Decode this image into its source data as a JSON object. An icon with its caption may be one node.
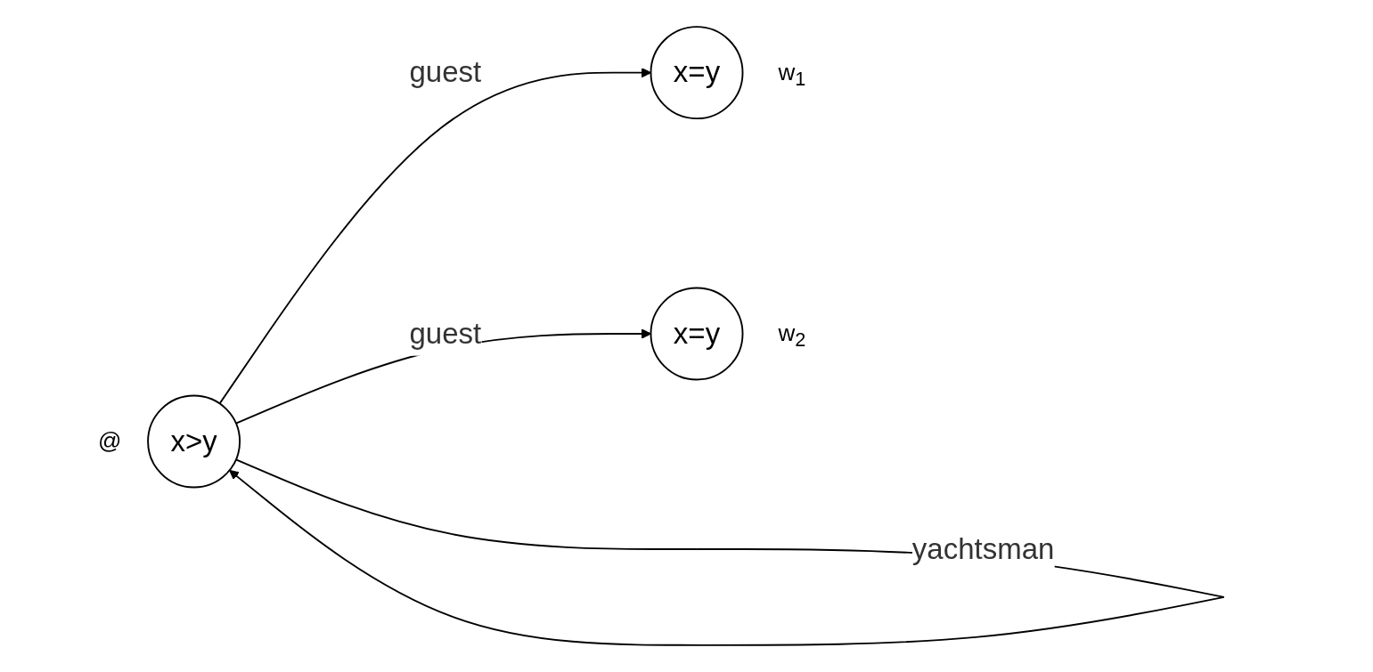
{
  "diagram": {
    "nodes": [
      {
        "text": [
          "x>y"
        ],
        "beside": [
          "@"
        ]
      },
      {
        "text": [
          "x=y"
        ],
        "beside": [
          "w$_{1}$"
        ]
      },
      {
        "text": [
          "x=y"
        ],
        "beside": [
          "w$_{2}$"
        ]
      }
    ],
    "edges": [
      {
        "from": 0,
        "to": 0,
        "arrow": "to",
        "label": "yachtsman"
      },
      {
        "from": 0,
        "to": 1,
        "arrow": "to",
        "label": "guest"
      },
      {
        "from": 0,
        "to": 2,
        "arrow": "to",
        "label": "guest"
      }
    ]
  }
}
